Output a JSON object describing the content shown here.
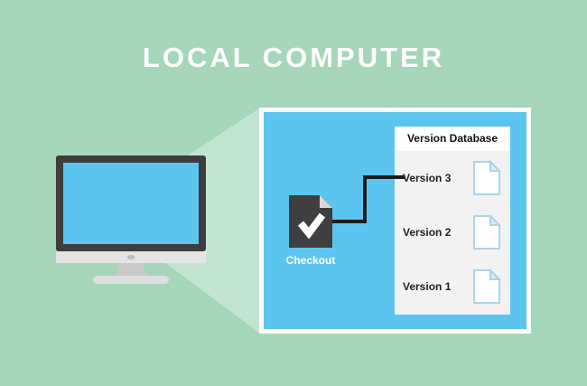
{
  "title": "LOCAL COMPUTER",
  "database": {
    "header": "Version Database",
    "versions": [
      {
        "label": "Version 3"
      },
      {
        "label": "Version 2"
      },
      {
        "label": "Version 1"
      }
    ]
  },
  "checkout": {
    "label": "Checkout"
  },
  "colors": {
    "background_green": "#a5d6ba",
    "panel_blue": "#5bc5f0",
    "monitor_dark": "#3d3d3d",
    "checkout_doc_dark": "#3f3f3f",
    "white": "#ffffff",
    "database_panel_gray": "#f2f2f2",
    "connector_black": "#1c1c1c"
  }
}
